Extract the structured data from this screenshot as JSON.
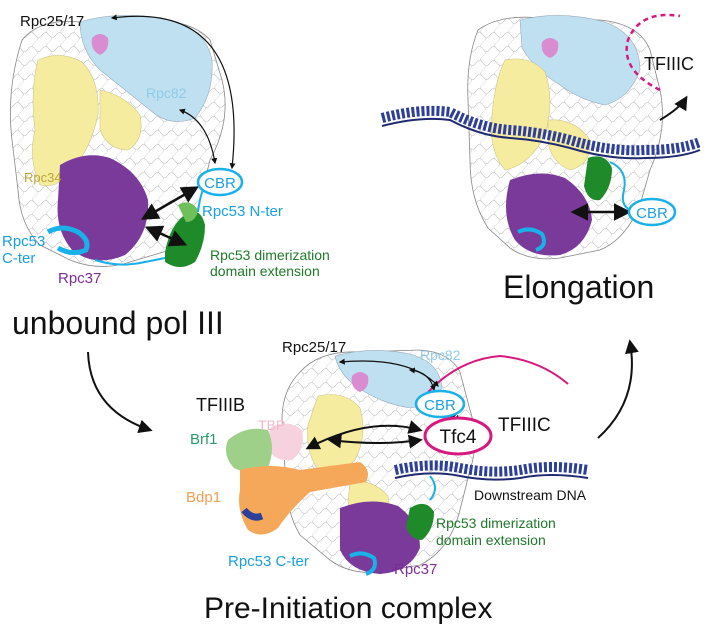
{
  "labels": {
    "unbound_rpc2517": "Rpc25/17",
    "unbound_rpc82": "Rpc82",
    "unbound_rpc34": "Rpc34",
    "unbound_cbr": "CBR",
    "unbound_rpc53_nter": "Rpc53 N-ter",
    "unbound_rpc53_cter_1": "Rpc53",
    "unbound_rpc53_cter_2": "C-ter",
    "unbound_rpc37": "Rpc37",
    "unbound_dimer_1": "Rpc53 dimerization",
    "unbound_dimer_2": "domain extension",
    "unbound_title": "unbound pol III",
    "elong_tfiiic": "TFIIIC",
    "elong_cbr": "CBR",
    "elong_title": "Elongation",
    "pic_rpc2517": "Rpc25/17",
    "pic_rpc82": "Rpc82",
    "pic_tfiiib": "TFIIIB",
    "pic_tbp": "TBP",
    "pic_brf1": "Brf1",
    "pic_bdp1": "Bdp1",
    "pic_cbr": "CBR",
    "pic_tfc4": "Tfc4",
    "pic_tfiiic": "TFIIIC",
    "pic_downstream": "Downstream DNA",
    "pic_dimer_1": "Rpc53 dimerization",
    "pic_dimer_2": "domain extension",
    "pic_rpc53_cter": "Rpc53 C-ter",
    "pic_rpc37": "Rpc37",
    "pic_title": "Pre-Initiation complex"
  },
  "colors": {
    "rpc82_lightblue": "#bfe0f0",
    "rpc2517_pink": "#d98cd0",
    "rpc34_yellow": "#f5eca0",
    "rpc37_purple": "#7a3a9a",
    "rpc53_cyan": "#1ab0e8",
    "rpc53_green": "#1f8a2a",
    "dimer_green_light": "#6fbf5a",
    "dna_blue": "#2e3f9a",
    "tfiiic_magenta": "#d6187f",
    "tbp_pink": "#f6d2df",
    "brf1_green": "#9fd08a",
    "bdp1_orange": "#f6a85a",
    "core_outline": "#f4f4f4",
    "rpc34_label": "#b8a63a",
    "rpc82_label": "#8fcbe8",
    "rpc37_label": "#7a2f95",
    "rpc53_label": "#1aa0dc",
    "green_label": "#1f7a2a",
    "brf1_label": "#2a9a6a",
    "bdp1_label": "#f0a050"
  }
}
